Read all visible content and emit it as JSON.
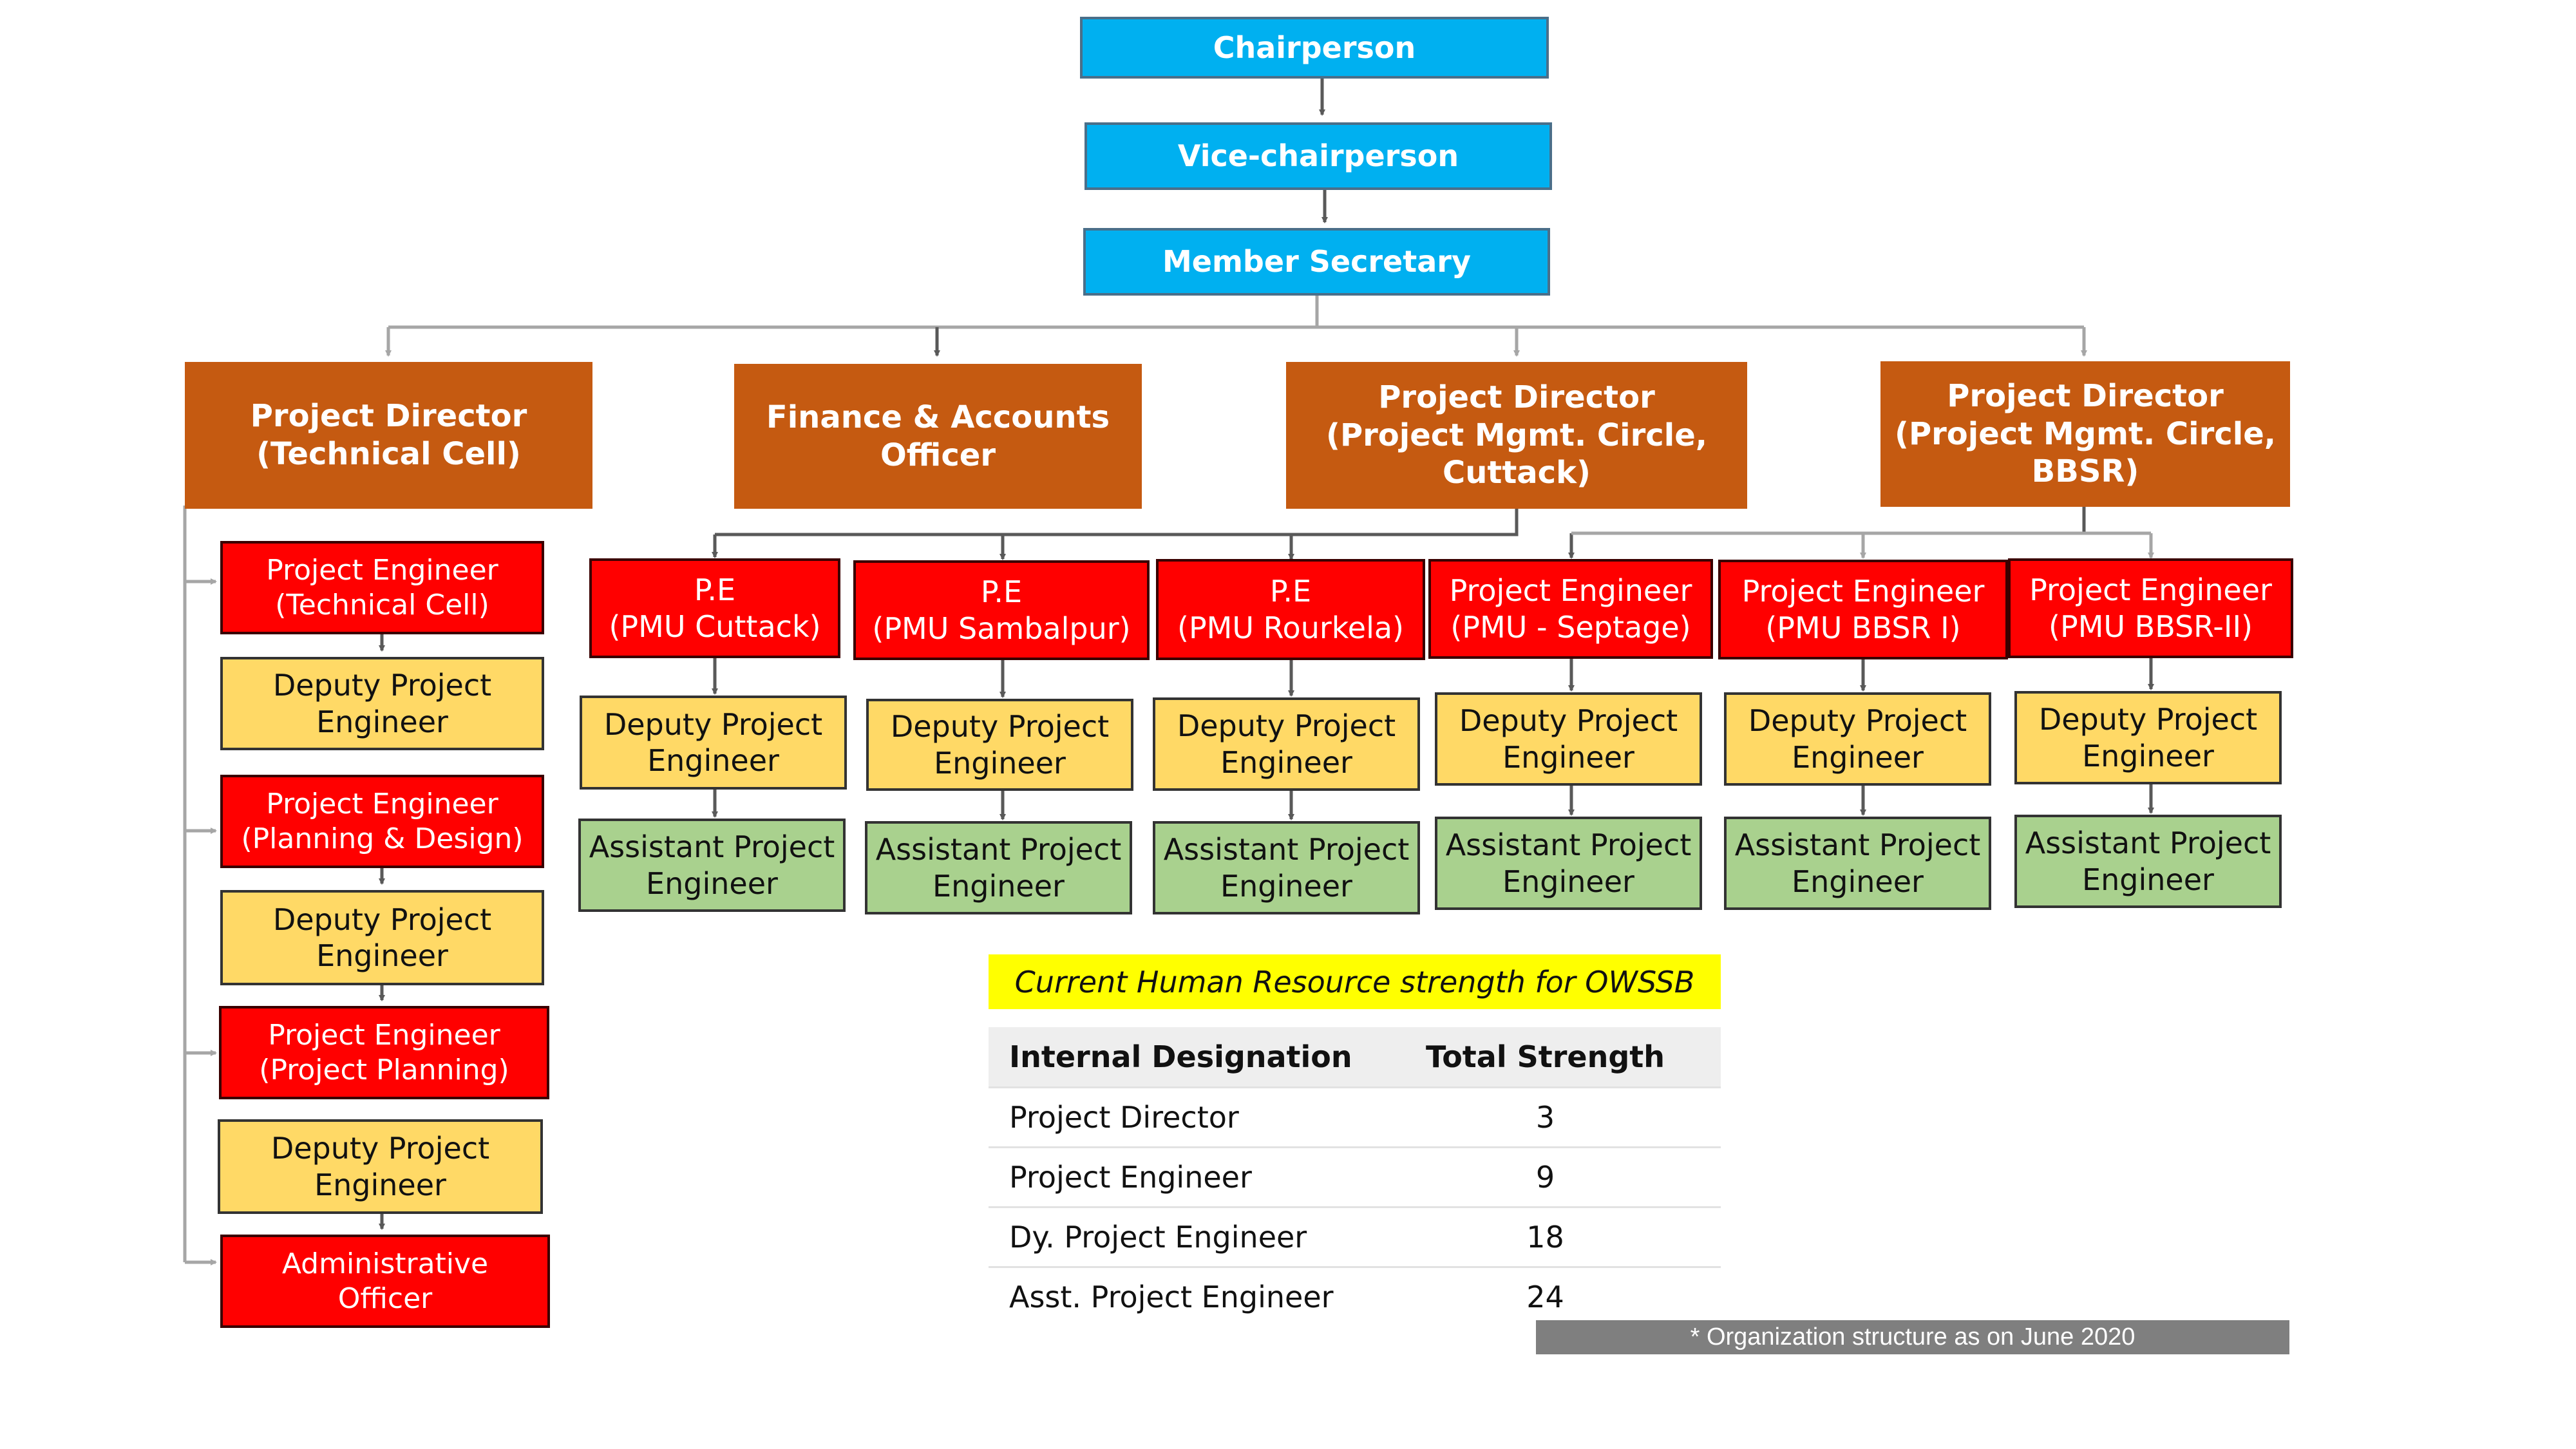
{
  "boxes": {
    "chairperson": "Chairperson",
    "vice_chairperson": "Vice-chairperson",
    "member_secretary": "Member Secretary",
    "pd_technical": "Project Director\n(Technical Cell)",
    "finance_officer": "Finance & Accounts\nOfficer",
    "pd_cuttack": "Project Director\n(Project Mgmt. Circle,\nCuttack)",
    "pd_bbsr": "Project Director\n(Project Mgmt. Circle,\nBBSR)",
    "pe_technical_cell": "Project Engineer\n(Technical Cell)",
    "dpe_1": "Deputy Project\nEngineer",
    "pe_planning_design": "Project Engineer\n(Planning & Design)",
    "dpe_2": "Deputy Project\nEngineer",
    "pe_project_planning": "Project Engineer\n(Project Planning)",
    "dpe_3": "Deputy Project\nEngineer",
    "admin_officer": "Administrative\nOfficer",
    "pe_cuttack": "P.E\n(PMU Cuttack)",
    "pe_sambalpur": "P.E\n(PMU Sambalpur)",
    "pe_rourkela": "P.E\n(PMU Rourkela)",
    "pe_septage": "Project Engineer\n(PMU - Septage)",
    "pe_bbsr1": "Project Engineer\n(PMU BBSR I)",
    "pe_bbsr2": "Project Engineer\n(PMU BBSR-II)",
    "dpe_cuttack": "Deputy Project\nEngineer",
    "dpe_sambalpur": "Deputy Project\nEngineer",
    "dpe_rourkela": "Deputy Project\nEngineer",
    "dpe_septage": "Deputy Project\nEngineer",
    "dpe_bbsr1": "Deputy Project\nEngineer",
    "dpe_bbsr2": "Deputy Project\nEngineer",
    "ape_cuttack": "Assistant Project\nEngineer",
    "ape_sambalpur": "Assistant Project\nEngineer",
    "ape_rourkela": "Assistant Project\nEngineer",
    "ape_septage": "Assistant Project\nEngineer",
    "ape_bbsr1": "Assistant Project\nEngineer",
    "ape_bbsr2": "Assistant Project\nEngineer"
  },
  "hr_table": {
    "title": "Current Human Resource strength for OWSSB",
    "header": {
      "designation": "Internal Designation",
      "strength": "Total Strength"
    },
    "rows": [
      {
        "designation": "Project Director",
        "strength": "3"
      },
      {
        "designation": "Project Engineer",
        "strength": "9"
      },
      {
        "designation": "Dy. Project Engineer",
        "strength": "18"
      },
      {
        "designation": "Asst. Project Engineer",
        "strength": "24"
      }
    ]
  },
  "footnote": "* Organization structure as on June 2020",
  "colors": {
    "top_level": "#00b0f0",
    "director": "#c55a11",
    "project_engineer": "#ff0000",
    "deputy": "#ffd966",
    "assistant": "#a9d18e",
    "table_title": "#ffff00",
    "footnote_bg": "#7f7f7f"
  }
}
